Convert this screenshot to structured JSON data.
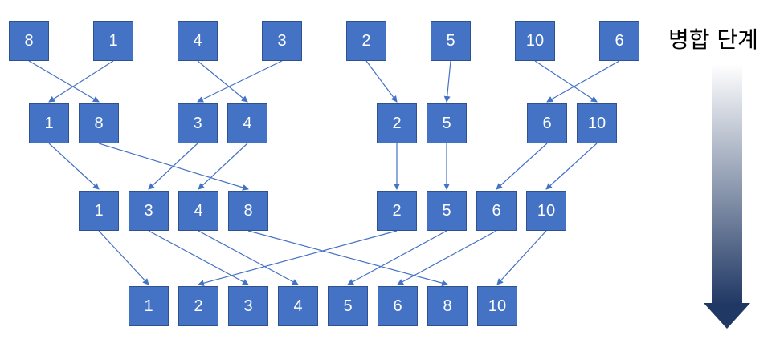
{
  "rows": [
    [
      "8",
      "1",
      "4",
      "3",
      "2",
      "5",
      "10",
      "6"
    ],
    [
      "1",
      "8",
      "3",
      "4",
      "2",
      "5",
      "6",
      "10"
    ],
    [
      "1",
      "3",
      "4",
      "8",
      "2",
      "5",
      "6",
      "10"
    ],
    [
      "1",
      "2",
      "3",
      "4",
      "5",
      "6",
      "8",
      "10"
    ]
  ],
  "stage_label": "병합 단계",
  "colors": {
    "box_fill": "#4472c4",
    "box_border": "#2f528f",
    "arrow": "#4472c4",
    "label": "#000000"
  }
}
